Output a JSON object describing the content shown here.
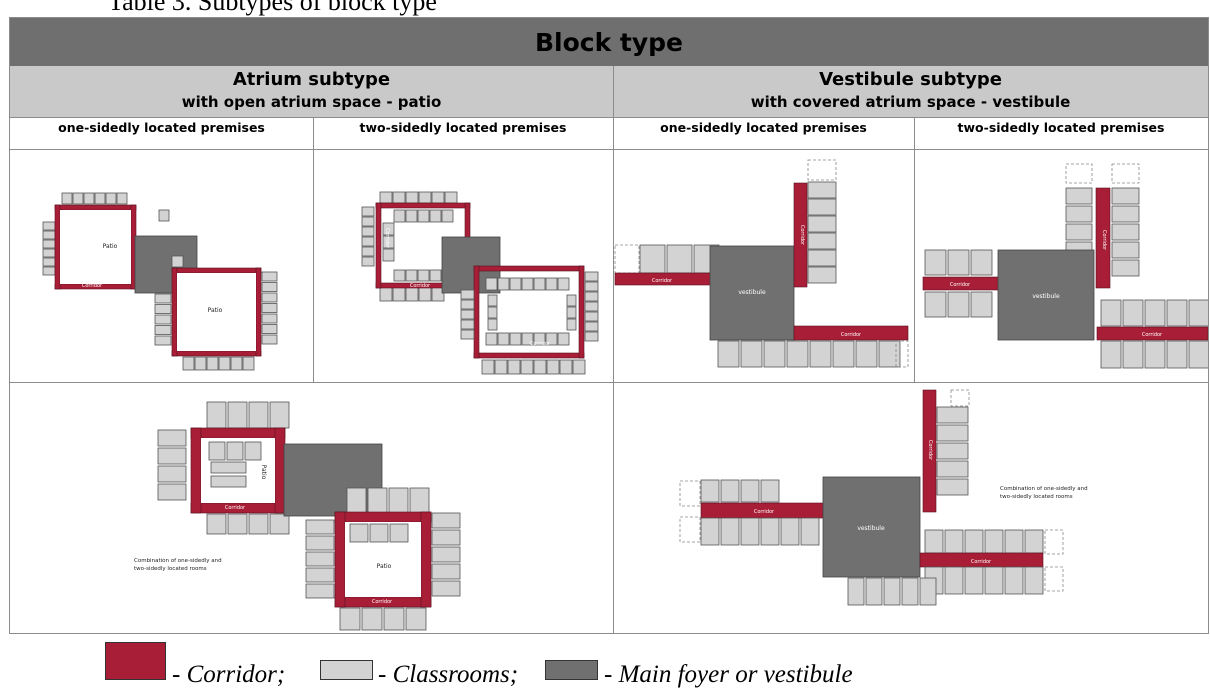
{
  "caption": "Table 3. Subtypes of block type",
  "title": "Block type",
  "subtypes": [
    {
      "name": "Atrium subtype",
      "description": "with open atrium space - patio"
    },
    {
      "name": "Vestibule subtype",
      "description": "with covered atrium space - vestibule"
    }
  ],
  "column_headers": [
    "one-sidedly located premises",
    "two-sidedly located premises",
    "one-sidedly located premises",
    "two-sidedly located premises"
  ],
  "diagram_labels": {
    "patio": "Patio",
    "corridor": "Corridor",
    "vestibule": "vestibule",
    "combination_line1": "Combination of one-sidedly and",
    "combination_line2": "two-sidedly located rooms"
  },
  "legend": [
    {
      "label": "- Corridor;",
      "color": "#a81e36"
    },
    {
      "label": "- Classrooms;",
      "color": "#d3d3d3"
    },
    {
      "label": "- Main foyer or vestibule",
      "color": "#707070"
    }
  ],
  "colors": {
    "corridor": "#a81e36",
    "classroom": "#d3d3d3",
    "foyer": "#707070",
    "title_bar": "#6f6f6f",
    "subtitle_bar": "#c9c9c9"
  }
}
